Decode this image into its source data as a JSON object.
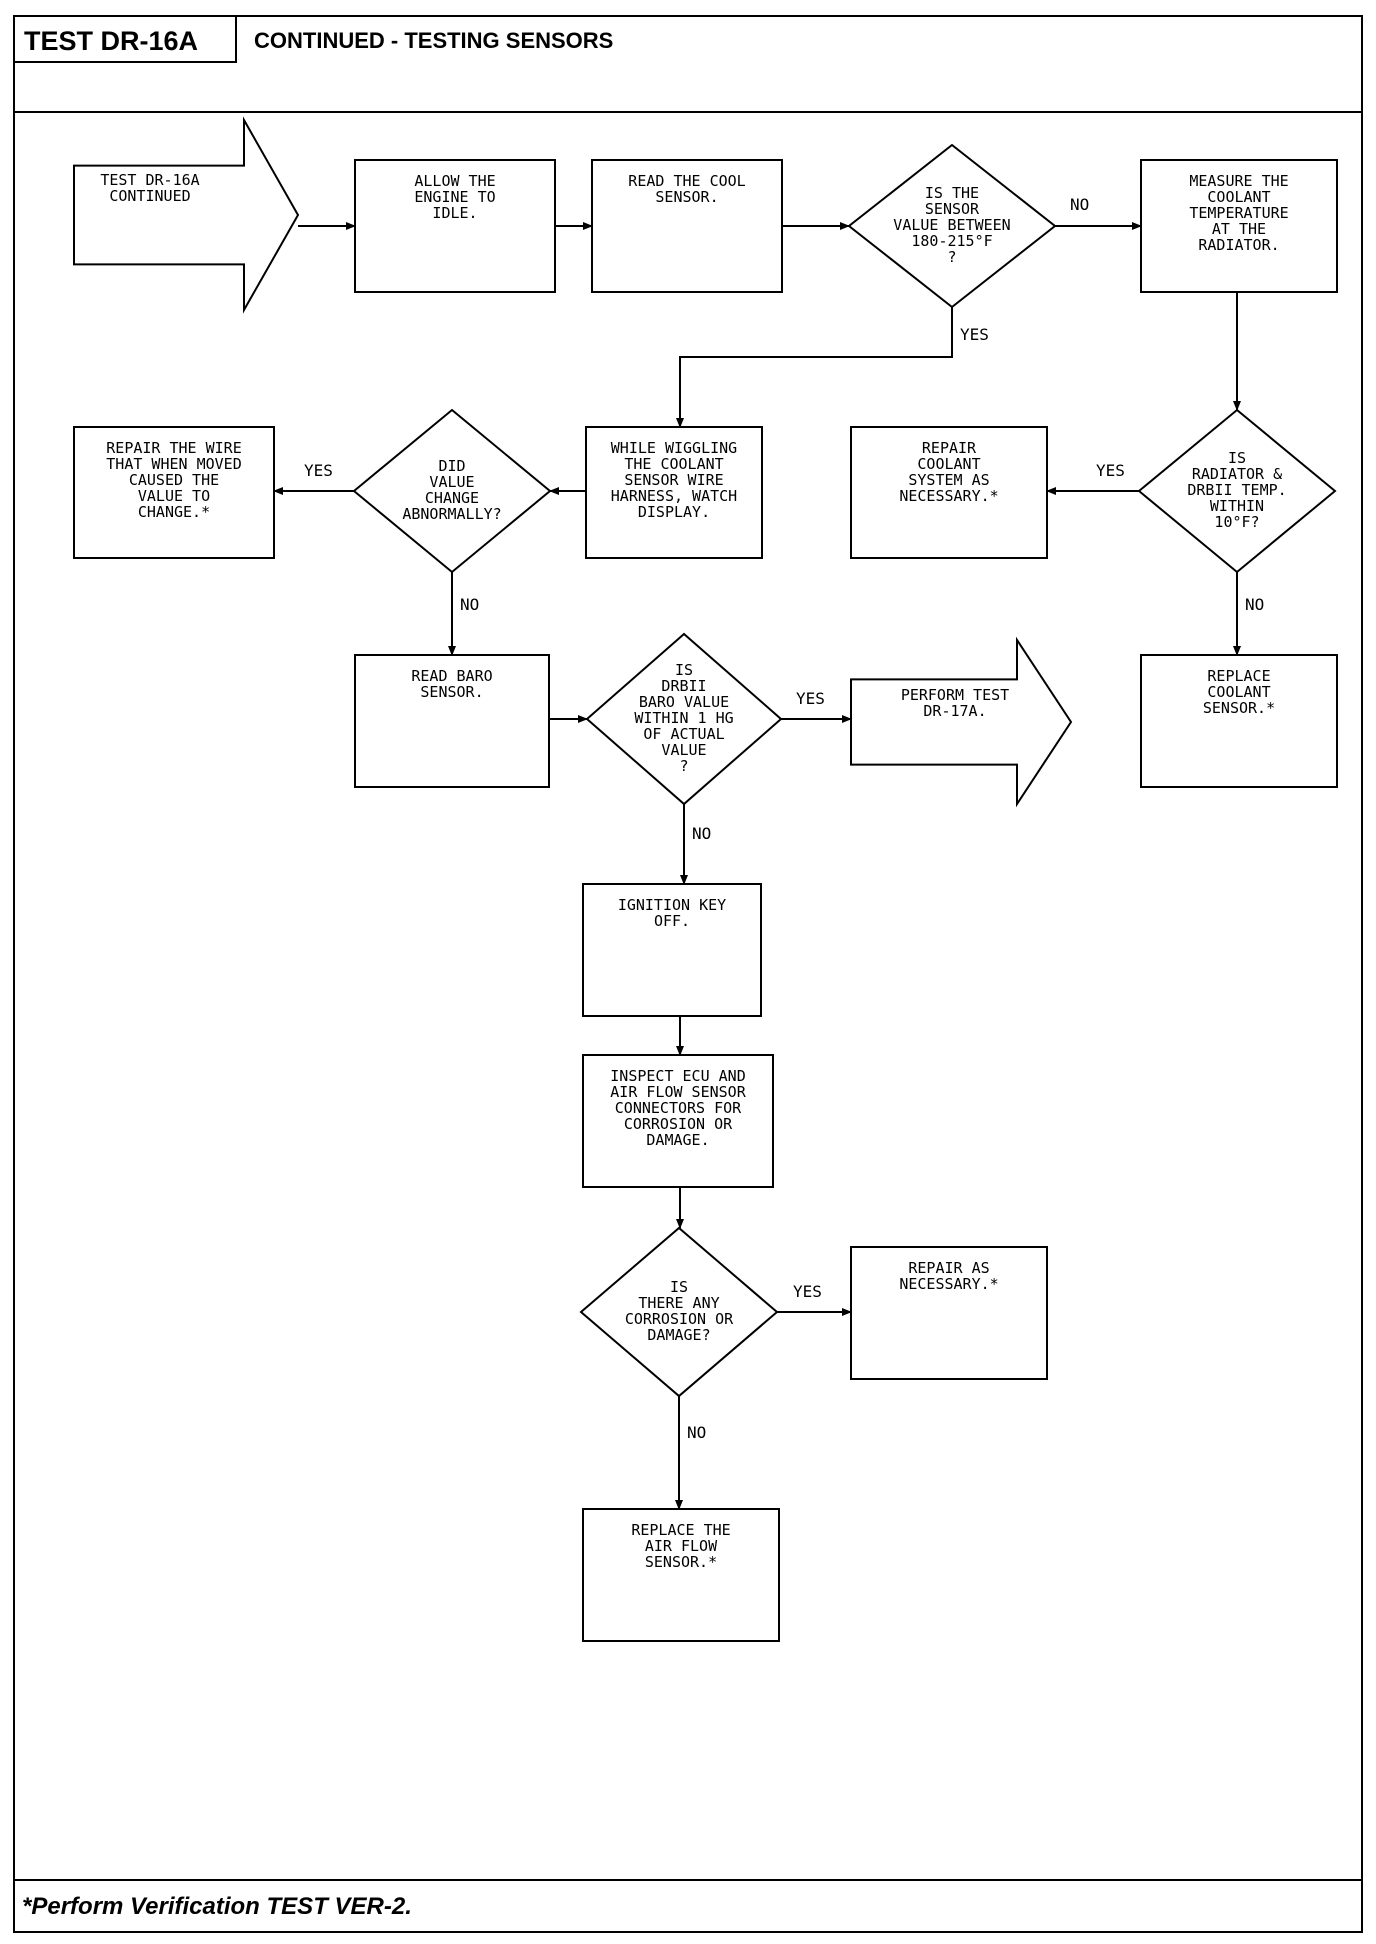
{
  "header": {
    "test_id": "TEST DR-16A",
    "subtitle": "CONTINUED - TESTING SENSORS"
  },
  "footer": {
    "note": "*Perform Verification TEST VER-2."
  },
  "nodes": [
    {
      "id": "start",
      "kind": "arrow",
      "lines": [
        "TEST DR-16A",
        "CONTINUED"
      ]
    },
    {
      "id": "allow-idle",
      "kind": "box",
      "lines": [
        "ALLOW THE",
        "ENGINE TO",
        "IDLE."
      ]
    },
    {
      "id": "read-cool",
      "kind": "box",
      "lines": [
        "READ THE COOL",
        "SENSOR."
      ]
    },
    {
      "id": "sensor-range",
      "kind": "diamond",
      "lines": [
        "IS THE",
        "SENSOR",
        "VALUE BETWEEN",
        "180-215°F",
        "?"
      ]
    },
    {
      "id": "measure-temp",
      "kind": "box",
      "lines": [
        "MEASURE THE",
        "COOLANT",
        "TEMPERATURE",
        "AT THE",
        "RADIATOR."
      ]
    },
    {
      "id": "wiggle-harness",
      "kind": "box",
      "lines": [
        "WHILE WIGGLING",
        "THE COOLANT",
        "SENSOR WIRE",
        "HARNESS, WATCH",
        "DISPLAY."
      ]
    },
    {
      "id": "value-change",
      "kind": "diamond",
      "lines": [
        "DID",
        "VALUE",
        "CHANGE",
        "ABNORMALLY?"
      ]
    },
    {
      "id": "repair-wire",
      "kind": "box",
      "lines": [
        "REPAIR THE WIRE",
        "THAT WHEN MOVED",
        "CAUSED THE",
        "VALUE TO",
        "CHANGE.*"
      ]
    },
    {
      "id": "radiator-temp",
      "kind": "diamond",
      "lines": [
        "IS",
        "RADIATOR &",
        "DRBII TEMP.",
        "WITHIN",
        "10°F?"
      ]
    },
    {
      "id": "repair-coolant",
      "kind": "box",
      "lines": [
        "REPAIR",
        "COOLANT",
        "SYSTEM AS",
        "NECESSARY.*"
      ]
    },
    {
      "id": "replace-coolant",
      "kind": "box",
      "lines": [
        "REPLACE",
        "COOLANT",
        "SENSOR.*"
      ]
    },
    {
      "id": "read-baro",
      "kind": "box",
      "lines": [
        "READ BARO",
        "SENSOR."
      ]
    },
    {
      "id": "baro-within",
      "kind": "diamond",
      "lines": [
        "IS",
        "DRBII",
        "BARO VALUE",
        "WITHIN 1 HG",
        "OF ACTUAL",
        "VALUE",
        "?"
      ]
    },
    {
      "id": "perform-17a",
      "kind": "arrow",
      "lines": [
        "PERFORM TEST",
        "DR-17A."
      ]
    },
    {
      "id": "ignition-off",
      "kind": "box",
      "lines": [
        "IGNITION KEY",
        "OFF."
      ]
    },
    {
      "id": "inspect-connectors",
      "kind": "box",
      "lines": [
        "INSPECT ECU AND",
        "AIR FLOW SENSOR",
        "CONNECTORS FOR",
        "CORROSION OR",
        "DAMAGE."
      ]
    },
    {
      "id": "corrosion-damage",
      "kind": "diamond",
      "lines": [
        "IS",
        "THERE ANY",
        "CORROSION OR",
        "DAMAGE?"
      ]
    },
    {
      "id": "repair-necessary",
      "kind": "box",
      "lines": [
        "REPAIR AS",
        "NECESSARY.*"
      ]
    },
    {
      "id": "replace-airflow",
      "kind": "box",
      "lines": [
        "REPLACE THE",
        "AIR FLOW",
        "SENSOR.*"
      ]
    }
  ],
  "edges": [
    {
      "id": "e-start-allow",
      "from": "start",
      "to": "allow-idle",
      "label": ""
    },
    {
      "id": "e-allow-read",
      "from": "allow-idle",
      "to": "read-cool",
      "label": ""
    },
    {
      "id": "e-read-range",
      "from": "read-cool",
      "to": "sensor-range",
      "label": ""
    },
    {
      "id": "e-range-measure",
      "from": "sensor-range",
      "to": "measure-temp",
      "label": "NO"
    },
    {
      "id": "e-range-wiggle",
      "from": "sensor-range",
      "to": "wiggle-harness",
      "label": "YES"
    },
    {
      "id": "e-wiggle-change",
      "from": "wiggle-harness",
      "to": "value-change",
      "label": ""
    },
    {
      "id": "e-change-repair",
      "from": "value-change",
      "to": "repair-wire",
      "label": "YES"
    },
    {
      "id": "e-change-baro",
      "from": "value-change",
      "to": "read-baro",
      "label": "NO"
    },
    {
      "id": "e-measure-radiator",
      "from": "measure-temp",
      "to": "radiator-temp",
      "label": ""
    },
    {
      "id": "e-radiator-repair",
      "from": "radiator-temp",
      "to": "repair-coolant",
      "label": "YES"
    },
    {
      "id": "e-radiator-replace",
      "from": "radiator-temp",
      "to": "replace-coolant",
      "label": "NO"
    },
    {
      "id": "e-baro-within",
      "from": "read-baro",
      "to": "baro-within",
      "label": ""
    },
    {
      "id": "e-within-perform",
      "from": "baro-within",
      "to": "perform-17a",
      "label": "YES"
    },
    {
      "id": "e-within-ignition",
      "from": "baro-within",
      "to": "ignition-off",
      "label": "NO"
    },
    {
      "id": "e-ignition-inspect",
      "from": "ignition-off",
      "to": "inspect-connectors",
      "label": ""
    },
    {
      "id": "e-inspect-corrosion",
      "from": "inspect-connectors",
      "to": "corrosion-damage",
      "label": ""
    },
    {
      "id": "e-corrosion-repair",
      "from": "corrosion-damage",
      "to": "repair-necessary",
      "label": "YES"
    },
    {
      "id": "e-corrosion-replace",
      "from": "corrosion-damage",
      "to": "replace-airflow",
      "label": "NO"
    }
  ]
}
